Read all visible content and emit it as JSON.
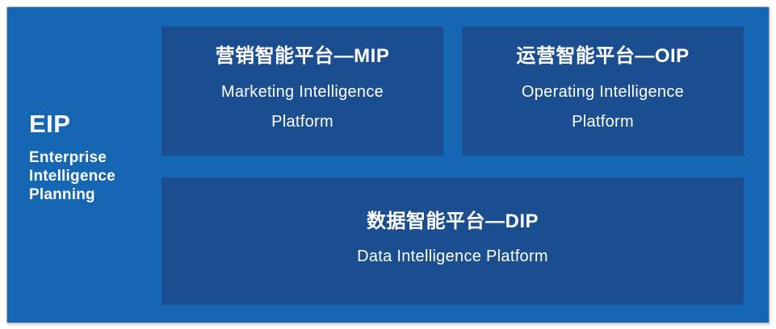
{
  "diagram": {
    "eip": {
      "acronym": "EIP",
      "name_line1": "Enterprise",
      "name_line2": "Intelligence",
      "name_line3": "Planning"
    },
    "platforms": {
      "mip": {
        "title": "营销智能平台—MIP",
        "subtitle_line1": "Marketing Intelligence",
        "subtitle_line2": "Platform"
      },
      "oip": {
        "title": "运营智能平台—OIP",
        "subtitle_line1": "Operating Intelligence",
        "subtitle_line2": "Platform"
      },
      "dip": {
        "title": "数据智能平台—DIP",
        "subtitle_line1": "Data Intelligence Platform"
      }
    },
    "colors": {
      "panel_bg": "#1567B4",
      "box_bg": "#1B4E91",
      "text": "#FFFFFF"
    }
  }
}
